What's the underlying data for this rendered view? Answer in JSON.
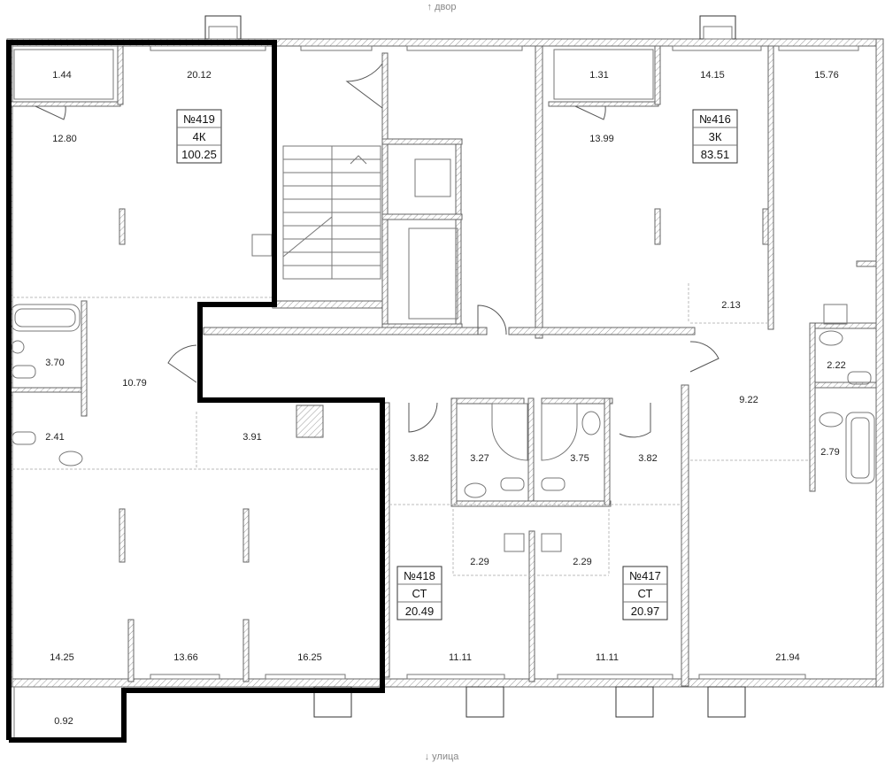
{
  "compass": {
    "top": "↑ двор",
    "bottom": "↓ улица"
  },
  "rooms": [
    {
      "id": "r1",
      "label": "1.44"
    },
    {
      "id": "r2",
      "label": "20.12"
    },
    {
      "id": "r3",
      "label": "12.80"
    },
    {
      "id": "r4",
      "label": "3.70"
    },
    {
      "id": "r5",
      "label": "10.79"
    },
    {
      "id": "r6",
      "label": "2.41"
    },
    {
      "id": "r7",
      "label": "3.91"
    },
    {
      "id": "r8",
      "label": "14.25"
    },
    {
      "id": "r9",
      "label": "13.66"
    },
    {
      "id": "r10",
      "label": "16.25"
    },
    {
      "id": "r11",
      "label": "0.92"
    },
    {
      "id": "r12",
      "label": "1.31"
    },
    {
      "id": "r13",
      "label": "14.15"
    },
    {
      "id": "r14",
      "label": "15.76"
    },
    {
      "id": "r15",
      "label": "13.99"
    },
    {
      "id": "r16",
      "label": "2.13"
    },
    {
      "id": "r17",
      "label": "2.22"
    },
    {
      "id": "r18",
      "label": "9.22"
    },
    {
      "id": "r19",
      "label": "2.79"
    },
    {
      "id": "r20",
      "label": "3.82"
    },
    {
      "id": "r21",
      "label": "3.27"
    },
    {
      "id": "r22",
      "label": "3.75"
    },
    {
      "id": "r23",
      "label": "3.82"
    },
    {
      "id": "r24",
      "label": "2.29"
    },
    {
      "id": "r25",
      "label": "2.29"
    },
    {
      "id": "r26",
      "label": "11.11"
    },
    {
      "id": "r27",
      "label": "11.11"
    },
    {
      "id": "r28",
      "label": "21.94"
    }
  ],
  "apartments": [
    {
      "id": "a419",
      "number": "№419",
      "type": "4К",
      "area": "100.25"
    },
    {
      "id": "a416",
      "number": "№416",
      "type": "3К",
      "area": "83.51"
    },
    {
      "id": "a418",
      "number": "№418",
      "type": "СТ",
      "area": "20.49"
    },
    {
      "id": "a417",
      "number": "№417",
      "type": "СТ",
      "area": "20.97"
    }
  ]
}
